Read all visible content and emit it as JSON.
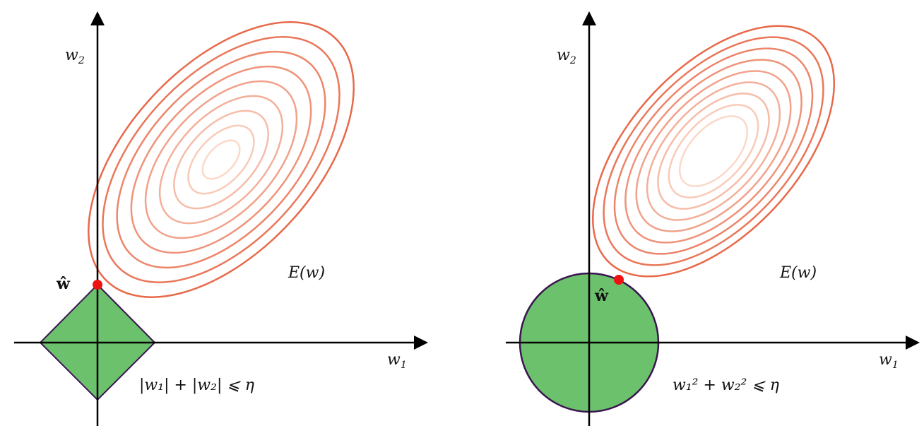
{
  "panels": [
    {
      "id": "lasso",
      "axis_x_label": "w",
      "axis_x_sub": "1",
      "axis_y_label": "w",
      "axis_y_sub": "2",
      "error_label": "E(w)",
      "optimum_label": "ŵ",
      "constraint_label": "|w₁| + |w₂| ⩽ η",
      "constraint_shape": "diamond"
    },
    {
      "id": "ridge",
      "axis_x_label": "w",
      "axis_x_sub": "1",
      "axis_y_label": "w",
      "axis_y_sub": "2",
      "error_label": "E(w)",
      "optimum_label": "ŵ",
      "constraint_label": "w₁² + w₂² ⩽ η",
      "constraint_shape": "circle"
    }
  ],
  "colors": {
    "axis": "#000000",
    "region_fill": "#6cc16c",
    "region_stroke": "#3a1450",
    "contour_outer": "#e8694a",
    "contour_inner": "#fbd9c9",
    "optimum_point": "#ee1111"
  },
  "contour_count": 9
}
